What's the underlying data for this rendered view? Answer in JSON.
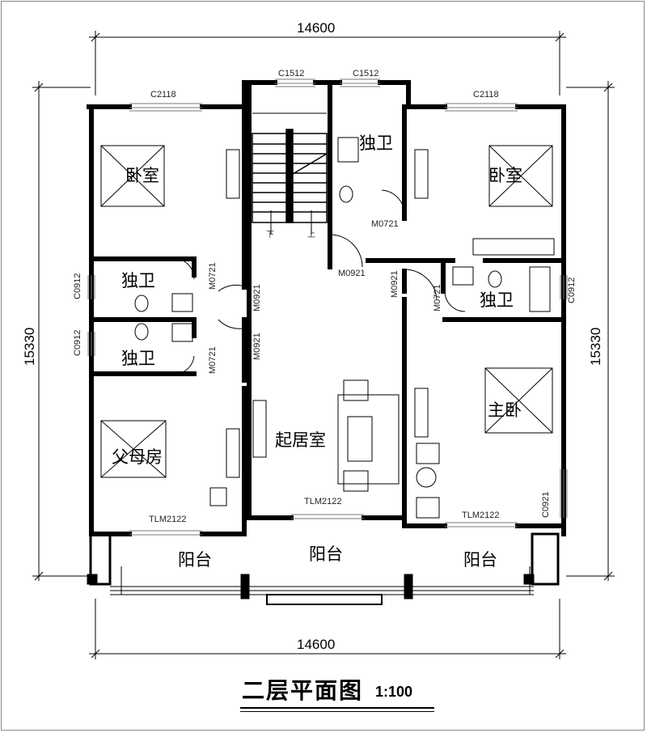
{
  "dimensions": {
    "width_top": "14600",
    "width_bottom": "14600",
    "depth_left": "15330",
    "depth_right": "15330"
  },
  "rooms": {
    "bedroom_left": "卧室",
    "bedroom_right": "卧室",
    "bath_top": "独卫",
    "bath_left_1": "独卫",
    "bath_left_2": "独卫",
    "bath_right": "独卫",
    "parents_room": "父母房",
    "master_bedroom": "主卧",
    "living_room": "起居室",
    "balcony_left": "阳台",
    "balcony_center": "阳台",
    "balcony_right": "阳台"
  },
  "stair": {
    "down": "下",
    "up": "上"
  },
  "codes": {
    "window_c1512_left": "C1512",
    "window_c1512_right": "C1512",
    "window_c2118_left": "C2118",
    "window_c2118_right": "C2118",
    "door_m0721_top": "M0721",
    "door_m0921_stair": "M0921",
    "door_m0921_right": "M0921",
    "door_m0721_right": "M0721",
    "window_c0912_right": "C0912",
    "window_c0912_left_1": "C0912",
    "window_c0912_left_2": "C0912",
    "door_m0721_left_1": "M0721",
    "door_m0921_left_1": "M0921",
    "door_m0921_left_2": "M0921",
    "door_m0721_left_2": "M0721",
    "door_tlm2122_left": "TLM2122",
    "door_tlm2122_center": "TLM2122",
    "door_tlm2122_right": "TLM2122",
    "window_c0921_right": "C0921"
  },
  "title": {
    "main": "二层平面图",
    "scale": "1:100"
  }
}
